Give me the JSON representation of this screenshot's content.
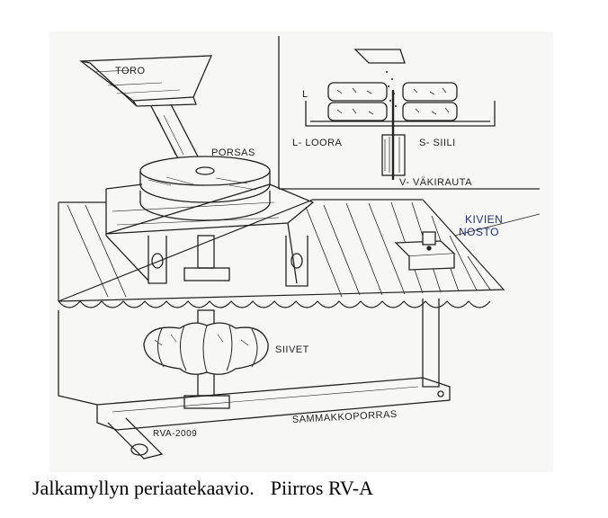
{
  "labels": {
    "toro": "TORO",
    "porsas": "PORSAS",
    "loora_letter": "L",
    "loora": "L- LOORA",
    "siili": "S- SIILI",
    "vakirauta": "V- VÄKIRAUTA",
    "kivien": "KIVIEN",
    "nosto": "NOSTO",
    "siivet": "SIIVET",
    "signature": "RVA-2009",
    "sammakkoporras": "SAMMAKKOPORRAS"
  },
  "caption": {
    "title": "Jalkamyllyn periaatekaavio.",
    "credit": "Piirros RV-A"
  },
  "colors": {
    "ink": "#222222",
    "paper": "#f7f7f5",
    "annotation": "#1f2f8a"
  }
}
